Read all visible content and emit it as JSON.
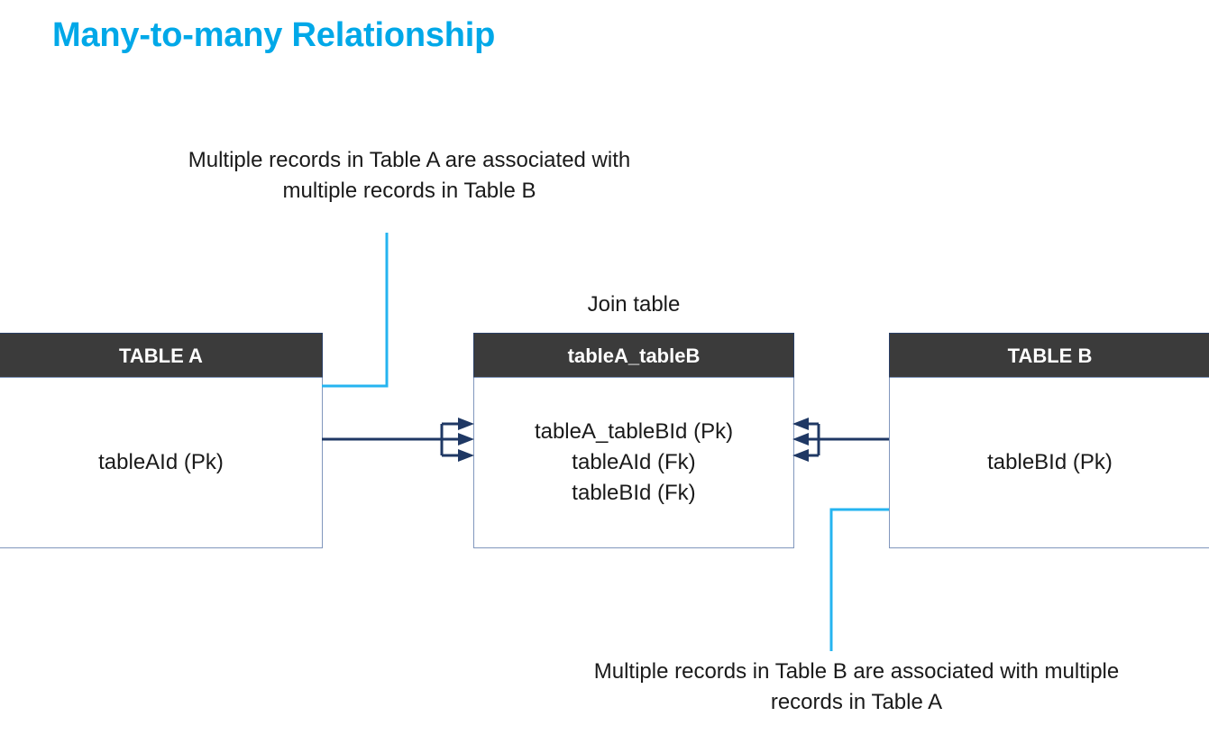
{
  "slide": {
    "title": "Many-to-many Relationship",
    "title_color": "#00A8E8",
    "background_color": "#FFFFFF"
  },
  "callouts": {
    "top": "Multiple records in Table A are associated with multiple records in Table B",
    "bottom": "Multiple records in Table B are associated with multiple records in Table A",
    "line_color": "#25B4F0"
  },
  "join_caption": "Join table",
  "entities": {
    "table_a": {
      "name": "TABLE A",
      "fields": [
        "tableAId (Pk)"
      ]
    },
    "join": {
      "name": "tableA_tableB",
      "fields": [
        "tableA_tableBId (Pk)",
        "tableAId (Fk)",
        "tableBId (Fk)"
      ]
    },
    "table_b": {
      "name": "TABLE B",
      "fields": [
        "tableBId (Pk)"
      ]
    }
  },
  "style": {
    "header_fill": "#3B3B3B",
    "header_text": "#FFFFFF",
    "box_border": "#8197BD",
    "relation_line": "#1F3864"
  },
  "relationships": [
    {
      "name": "table-a-to-join",
      "from": "TABLE A",
      "to": "tableA_tableB",
      "cardinality": "many",
      "notation": "crows-foot"
    },
    {
      "name": "table-b-to-join",
      "from": "TABLE B",
      "to": "tableA_tableB",
      "cardinality": "many",
      "notation": "crows-foot"
    }
  ]
}
